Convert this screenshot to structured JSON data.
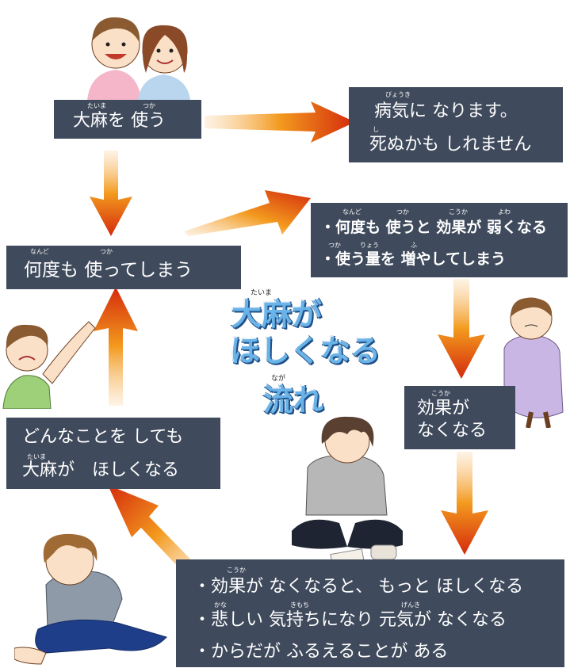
{
  "box1": {
    "text": "大麻を 使う",
    "furi_a": "たいま",
    "furi_b": "つか"
  },
  "box2": {
    "line1": "病気に なります。",
    "line2": "死ぬかも しれません",
    "furi_a": "びょうき",
    "furi_b": "し"
  },
  "box3": {
    "line1": "・何度も 使うと 効果が 弱くなる",
    "line2": "・使う量を 増やしてしまう",
    "furi_a": "なんど",
    "furi_b": "つか",
    "furi_c": "こうか",
    "furi_d": "よわ",
    "furi_e": "つか",
    "furi_f": "りょう",
    "furi_g": "ふ"
  },
  "box4": {
    "text": "何度も 使ってしまう",
    "furi_a": "なんど",
    "furi_b": "つか"
  },
  "box5": {
    "line1": "効果が",
    "line2": "なくなる",
    "furi_a": "こうか"
  },
  "box6": {
    "line1": "どんなことを しても",
    "line2": "大麻が　ほしくなる",
    "furi_a": "たいま"
  },
  "box7": {
    "line1": "・効果が なくなると、 もっと ほしくなる",
    "line2": "・悲しい 気持ちになり 元気が なくなる",
    "line3": "・からだが ふるえることが ある",
    "furi_a": "こうか",
    "furi_b": "かな",
    "furi_c": "きもち",
    "furi_d": "げんき"
  },
  "center": {
    "line1": "大麻が",
    "line2": "ほしくなる",
    "line3": "流れ",
    "furi_a": "たいま",
    "furi_b": "なが"
  },
  "colors": {
    "box": "#3f4a5c",
    "arrow_dark": "#d42a0c",
    "arrow_light": "#f39a1e",
    "title_fill": "#6ab3e8",
    "title_stroke": "#1f4f86"
  }
}
